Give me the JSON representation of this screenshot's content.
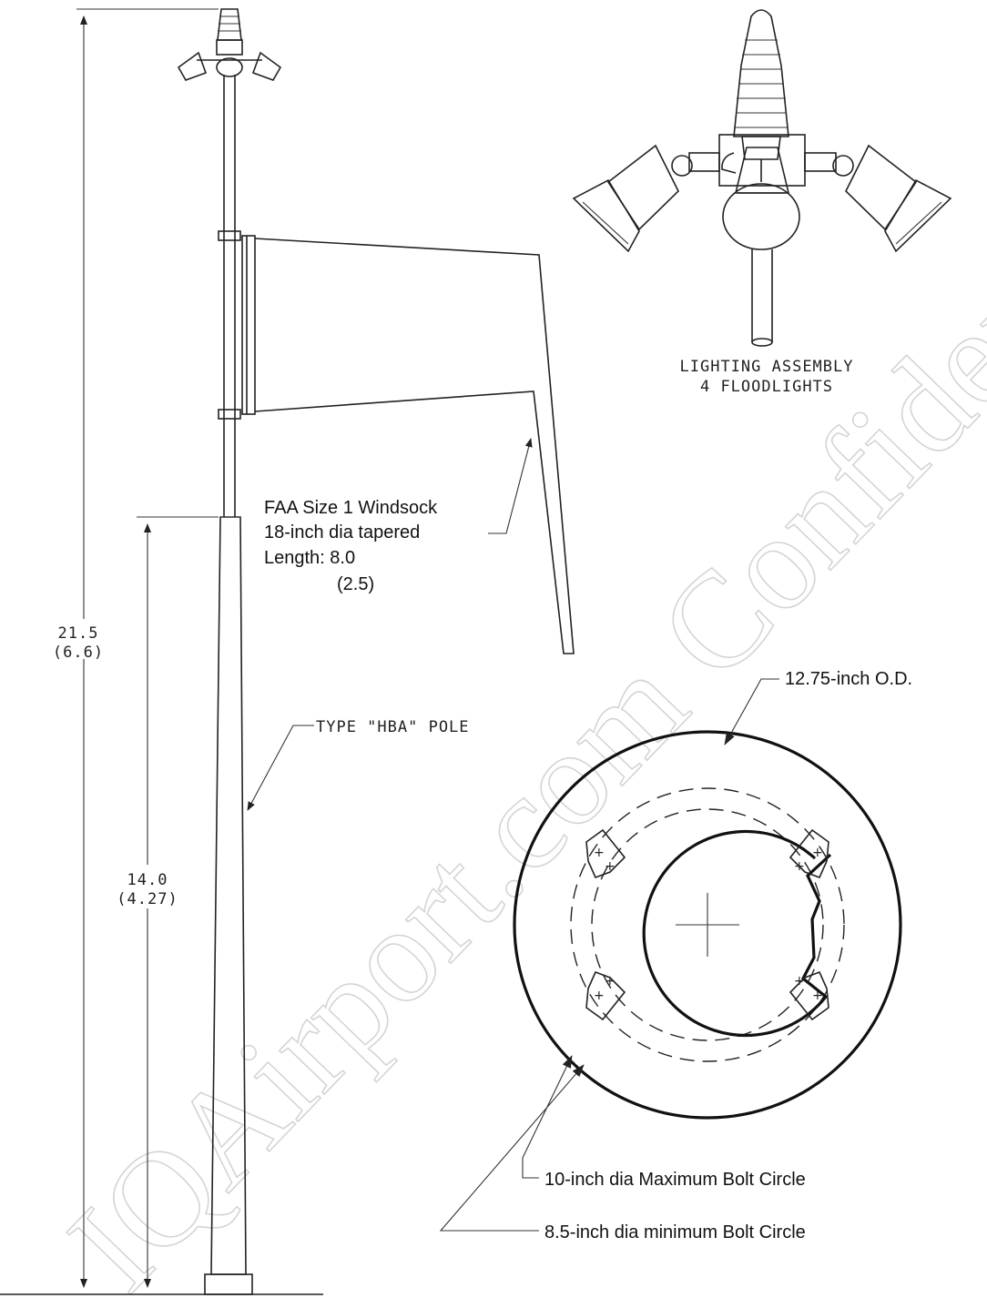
{
  "labels": {
    "lighting_line1": "LIGHTING ASSEMBLY",
    "lighting_line2": "4 FLOODLIGHTS",
    "windsock_line1": "FAA Size 1 Windsock",
    "windsock_line2": "18-inch dia tapered",
    "windsock_line3": "Length:  8.0",
    "windsock_line4": "(2.5)",
    "overall_height": "21.5",
    "overall_height_metric": "(6.6)",
    "pole_height": "14.0",
    "pole_height_metric": "(4.27)",
    "pole_type": "TYPE \"HBA\" POLE",
    "od": "12.75-inch O.D.",
    "max_bolt_circle": "10-inch dia Maximum Bolt Circle",
    "min_bolt_circle": "8.5-inch dia minimum Bolt Circle"
  },
  "watermark": "IQAirport.com Confidential",
  "colors": {
    "line": "#222222",
    "watermark": "#d4d4d4",
    "background": "#ffffff"
  }
}
